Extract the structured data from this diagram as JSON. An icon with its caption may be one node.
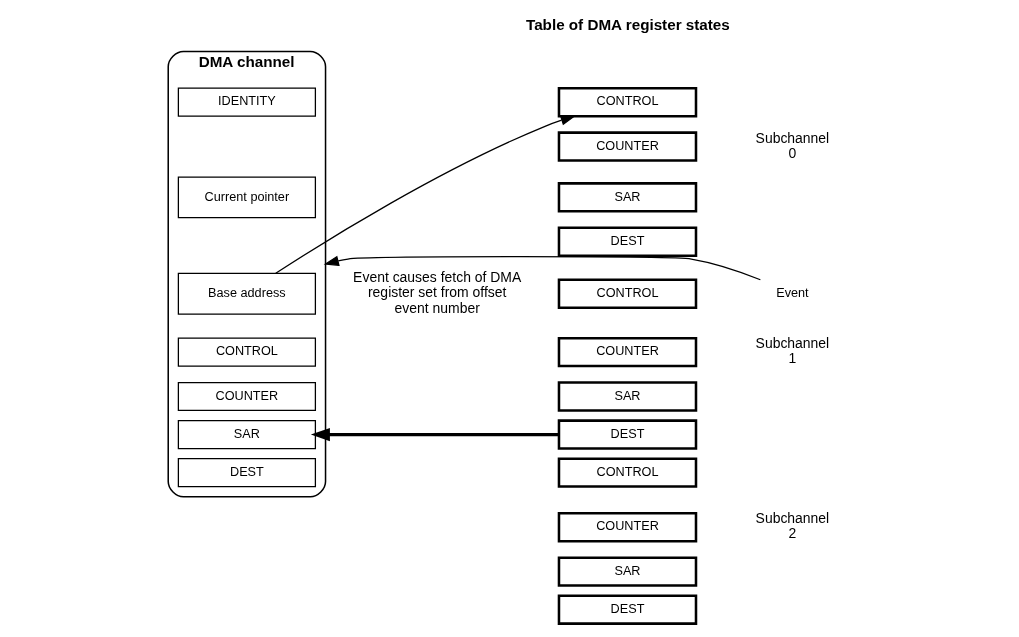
{
  "diagram": {
    "nodes": [
      {
        "text": [
          "DMA channel"
        ]
      },
      {
        "text": [
          "IDENTITY"
        ],
        "in": 0
      },
      {
        "text": [
          "Current pointer"
        ],
        "in": 0
      },
      {
        "text": [
          "Base address"
        ],
        "in": 0
      },
      {
        "text": [
          "CONTROL"
        ],
        "in": 0
      },
      {
        "text": [
          "COUNTER"
        ],
        "in": 0
      },
      {
        "text": [
          "SAR"
        ],
        "in": 0
      },
      {
        "text": [
          "DEST"
        ],
        "in": 0
      },
      {
        "text": [
          "CONTROL"
        ]
      },
      {
        "text": [
          "COUNTER"
        ]
      },
      {
        "text": [
          "SAR"
        ]
      },
      {
        "text": [
          "DEST"
        ]
      },
      {
        "text": [
          "CONTROL"
        ]
      },
      {
        "text": [
          "COUNTER"
        ]
      },
      {
        "text": [
          "SAR"
        ]
      },
      {
        "text": [
          "DEST"
        ]
      },
      {
        "text": [
          "CONTROL"
        ]
      },
      {
        "text": [
          "COUNTER"
        ]
      },
      {
        "text": [
          "SAR"
        ]
      },
      {
        "text": [
          "DEST"
        ]
      },
      {
        "text": [
          "Event"
        ]
      }
    ],
    "edges": [
      {
        "from": 20,
        "to": 0,
        "arrow": "to"
      },
      {
        "from": 3,
        "to": 8,
        "arrow": "to"
      },
      {
        "from": 15,
        "to": 6,
        "arrow": "to",
        "style": "thick"
      }
    ],
    "labels": [
      "Table of DMA register states",
      "Event causes fetch of DMA register set from offset event number",
      "Subchannel 0",
      "Subchannel 1",
      "Subchannel 2"
    ]
  }
}
